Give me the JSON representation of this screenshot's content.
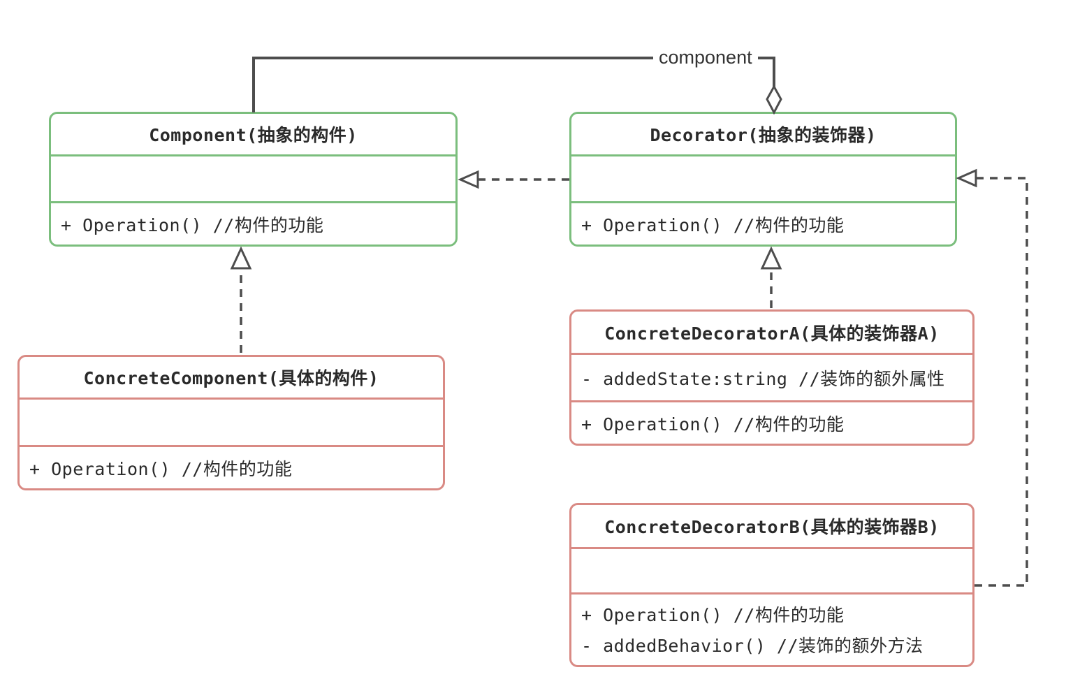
{
  "diagram": {
    "type": "uml-class-diagram",
    "colors": {
      "abstract_class_border": "#7bbe7d",
      "concrete_class_border": "#d98a84",
      "connector_line": "#4d4d4d",
      "text": "#2a2a2a",
      "background": "#ffffff"
    },
    "classes": {
      "component": {
        "title": "Component(抽象的构件)",
        "attributes": [],
        "methods": [
          "+ Operation() //构件的功能"
        ]
      },
      "decorator": {
        "title": "Decorator(抽象的装饰器)",
        "attributes": [],
        "methods": [
          "+ Operation() //构件的功能"
        ]
      },
      "concrete_component": {
        "title": "ConcreteComponent(具体的构件)",
        "attributes": [],
        "methods": [
          "+ Operation() //构件的功能"
        ]
      },
      "concrete_decorator_a": {
        "title": "ConcreteDecoratorA(具体的装饰器A)",
        "attributes": [
          "- addedState:string //装饰的额外属性"
        ],
        "methods": [
          "+ Operation() //构件的功能"
        ]
      },
      "concrete_decorator_b": {
        "title": "ConcreteDecoratorB(具体的装饰器B)",
        "attributes": [],
        "methods": [
          "+ Operation() //构件的功能",
          "- addedBehavior() //装饰的额外方法"
        ]
      }
    },
    "relationships": [
      {
        "type": "aggregation",
        "from": "Decorator",
        "to": "Component",
        "label": "component"
      },
      {
        "type": "dependency",
        "from": "Decorator",
        "to": "Component",
        "label": ""
      },
      {
        "type": "realization",
        "from": "ConcreteComponent",
        "to": "Component",
        "label": ""
      },
      {
        "type": "realization",
        "from": "ConcreteDecoratorA",
        "to": "Decorator",
        "label": ""
      },
      {
        "type": "dependency",
        "from": "ConcreteDecoratorB",
        "to": "Decorator",
        "label": ""
      }
    ]
  }
}
